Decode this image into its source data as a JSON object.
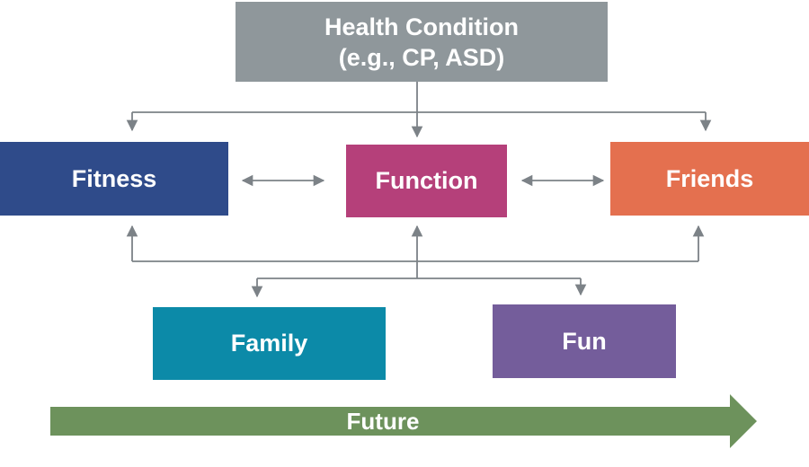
{
  "nodes": {
    "health": {
      "line1": "Health Condition",
      "line2": "(e.g., CP, ASD)",
      "color": "#8f979b"
    },
    "fitness": {
      "label": "Fitness",
      "color": "#2f4b8a"
    },
    "function": {
      "label": "Function",
      "color": "#b5407a"
    },
    "friends": {
      "label": "Friends",
      "color": "#e4704f"
    },
    "family": {
      "label": "Family",
      "color": "#0c8aa8"
    },
    "fun": {
      "label": "Fun",
      "color": "#745d9b"
    }
  },
  "future": {
    "label": "Future",
    "color": "#6d925c"
  },
  "connector_color": "#7c8287"
}
